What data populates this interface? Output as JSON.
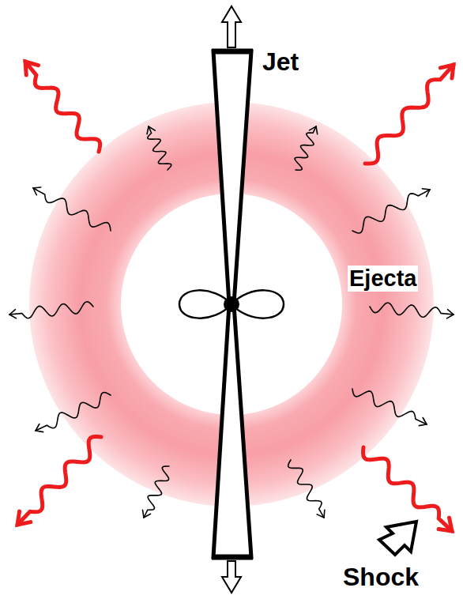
{
  "diagram": {
    "labels": [
      "Jet",
      "Ejecta",
      "Shock"
    ]
  }
}
